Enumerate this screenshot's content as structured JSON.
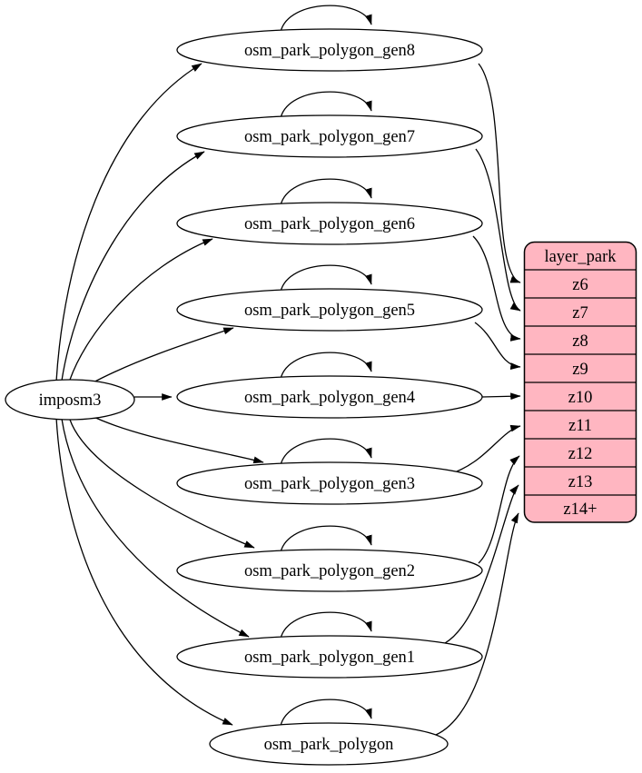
{
  "diagram": {
    "type": "graphviz-digraph",
    "colors": {
      "background": "#ffffff",
      "node_fill": "#ffffff",
      "table_fill": "#ffb6c1",
      "stroke": "#000000"
    },
    "source": {
      "label": "imposm3"
    },
    "generalized_tables": [
      {
        "label": "osm_park_polygon_gen8"
      },
      {
        "label": "osm_park_polygon_gen7"
      },
      {
        "label": "osm_park_polygon_gen6"
      },
      {
        "label": "osm_park_polygon_gen5"
      },
      {
        "label": "osm_park_polygon_gen4"
      },
      {
        "label": "osm_park_polygon_gen3"
      },
      {
        "label": "osm_park_polygon_gen2"
      },
      {
        "label": "osm_park_polygon_gen1"
      },
      {
        "label": "osm_park_polygon"
      }
    ],
    "layer": {
      "header": "layer_park",
      "zoom_rows": [
        "z6",
        "z7",
        "z8",
        "z9",
        "z10",
        "z11",
        "z12",
        "z13",
        "z14+"
      ]
    },
    "edges": [
      {
        "from": "imposm3",
        "to": "osm_park_polygon_gen8"
      },
      {
        "from": "imposm3",
        "to": "osm_park_polygon_gen7"
      },
      {
        "from": "imposm3",
        "to": "osm_park_polygon_gen6"
      },
      {
        "from": "imposm3",
        "to": "osm_park_polygon_gen5"
      },
      {
        "from": "imposm3",
        "to": "osm_park_polygon_gen4"
      },
      {
        "from": "imposm3",
        "to": "osm_park_polygon_gen3"
      },
      {
        "from": "imposm3",
        "to": "osm_park_polygon_gen2"
      },
      {
        "from": "imposm3",
        "to": "osm_park_polygon_gen1"
      },
      {
        "from": "imposm3",
        "to": "osm_park_polygon"
      },
      {
        "from": "osm_park_polygon_gen8",
        "to": "osm_park_polygon_gen8",
        "type": "self-loop"
      },
      {
        "from": "osm_park_polygon_gen7",
        "to": "osm_park_polygon_gen7",
        "type": "self-loop"
      },
      {
        "from": "osm_park_polygon_gen6",
        "to": "osm_park_polygon_gen6",
        "type": "self-loop"
      },
      {
        "from": "osm_park_polygon_gen5",
        "to": "osm_park_polygon_gen5",
        "type": "self-loop"
      },
      {
        "from": "osm_park_polygon_gen4",
        "to": "osm_park_polygon_gen4",
        "type": "self-loop"
      },
      {
        "from": "osm_park_polygon_gen3",
        "to": "osm_park_polygon_gen3",
        "type": "self-loop"
      },
      {
        "from": "osm_park_polygon_gen2",
        "to": "osm_park_polygon_gen2",
        "type": "self-loop"
      },
      {
        "from": "osm_park_polygon_gen1",
        "to": "osm_park_polygon_gen1",
        "type": "self-loop"
      },
      {
        "from": "osm_park_polygon",
        "to": "osm_park_polygon",
        "type": "self-loop"
      },
      {
        "from": "osm_park_polygon_gen8",
        "to": "layer_park:z6"
      },
      {
        "from": "osm_park_polygon_gen7",
        "to": "layer_park:z7"
      },
      {
        "from": "osm_park_polygon_gen6",
        "to": "layer_park:z8"
      },
      {
        "from": "osm_park_polygon_gen5",
        "to": "layer_park:z9"
      },
      {
        "from": "osm_park_polygon_gen4",
        "to": "layer_park:z10"
      },
      {
        "from": "osm_park_polygon_gen3",
        "to": "layer_park:z11"
      },
      {
        "from": "osm_park_polygon_gen2",
        "to": "layer_park:z12"
      },
      {
        "from": "osm_park_polygon_gen1",
        "to": "layer_park:z13"
      },
      {
        "from": "osm_park_polygon",
        "to": "layer_park:z14+"
      }
    ]
  }
}
